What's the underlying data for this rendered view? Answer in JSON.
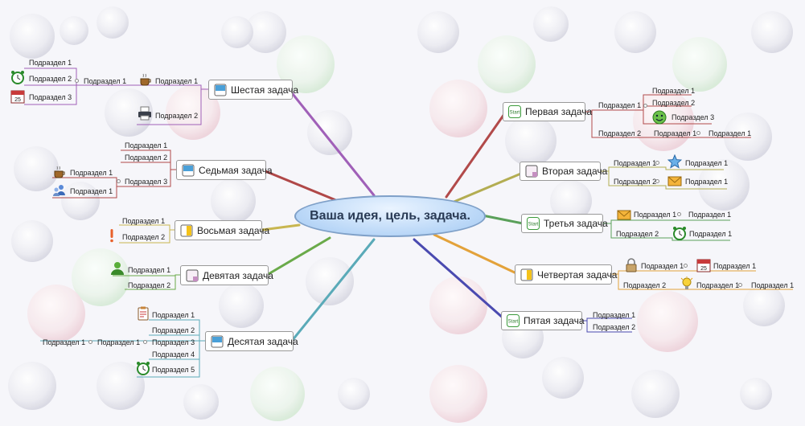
{
  "central": {
    "label": "Ваша идея, цель, задача."
  },
  "icons": {
    "start": "Start",
    "calendar_day": "25"
  },
  "tasks": {
    "t1": {
      "label": "Первая задача",
      "icon": "start-icon"
    },
    "t2": {
      "label": "Вторая задача",
      "icon": "document-icon"
    },
    "t3": {
      "label": "Третья задача",
      "icon": "start-icon"
    },
    "t4": {
      "label": "Четвертая задача",
      "icon": "yellow-page-icon"
    },
    "t5": {
      "label": "Пятая задача",
      "icon": "start-icon"
    },
    "t6": {
      "label": "Шестая задача",
      "icon": "blue-page-icon"
    },
    "t7": {
      "label": "Седьмая задача",
      "icon": "blue-page-icon"
    },
    "t8": {
      "label": "Восьмая задача",
      "icon": "yellow-page-icon"
    },
    "t9": {
      "label": "Девятая задача",
      "icon": "document-icon"
    },
    "t10": {
      "label": "Десятая задача",
      "icon": "blue-page-icon"
    }
  },
  "subs": {
    "s1": "Подраздел 1",
    "s2": "Подраздел 2",
    "s3": "Подраздел 3",
    "s4": "Подраздел 4",
    "s5": "Подраздел 5"
  },
  "colors": {
    "t1": "#b24a4a",
    "t2": "#b3ad52",
    "t3": "#5aa05a",
    "t4": "#e3a23a",
    "t5": "#4a4ab0",
    "t6": "#a060b8",
    "t7": "#b04848",
    "t8": "#c8b650",
    "t9": "#6aaa4a",
    "t10": "#5aaab8"
  }
}
